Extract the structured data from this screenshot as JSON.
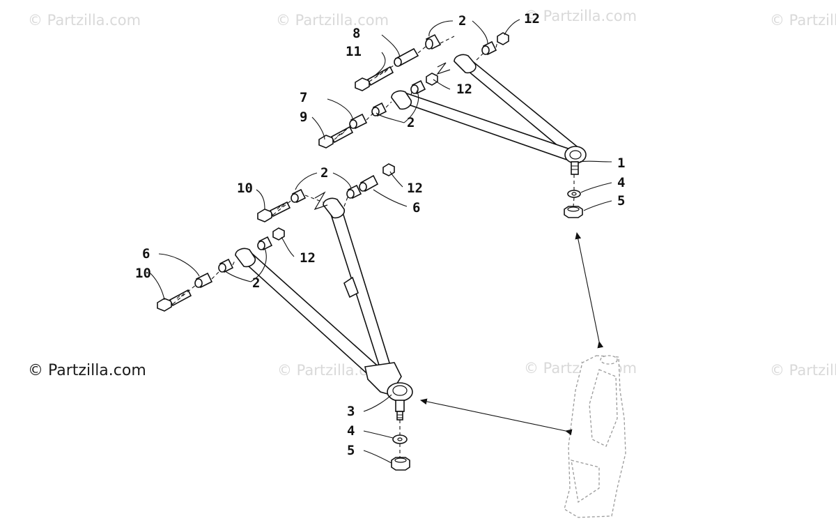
{
  "watermark": {
    "text": "© Partzilla.com"
  },
  "callouts": {
    "c1": "1",
    "c2": "2",
    "c3": "3",
    "c4": "4",
    "c5": "5",
    "c6": "6",
    "c7": "7",
    "c8": "8",
    "c9": "9",
    "c10": "10",
    "c11": "11",
    "c12": "12"
  },
  "colors": {
    "line": "#111111",
    "watermark": "#d9d9d9",
    "ghost_part": "#9a9a9a"
  }
}
